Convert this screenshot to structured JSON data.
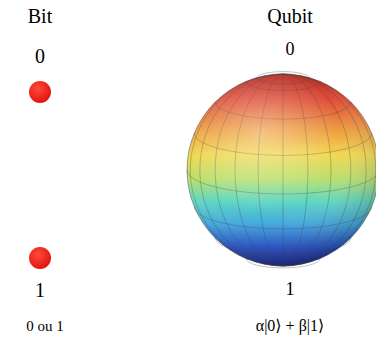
{
  "diagram": {
    "labels": [
      "Bit",
      "Qubit",
      "0",
      "0",
      "1",
      "1",
      "0 ou 1",
      "α|0⟩ + β|1⟩"
    ]
  }
}
